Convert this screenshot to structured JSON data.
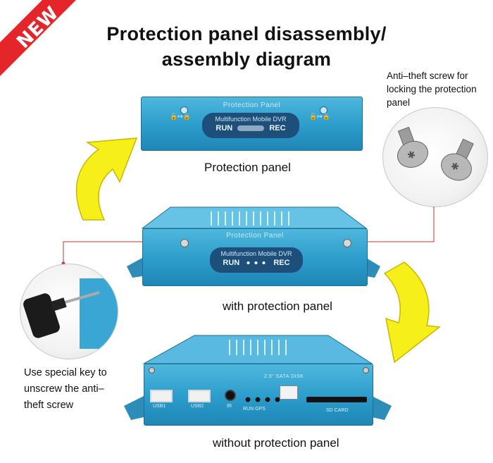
{
  "badge": {
    "text": "NEW",
    "color": "#e4262b"
  },
  "title": {
    "line1": "Protection panel disassembly/",
    "line2": "assembly   diagram"
  },
  "captions": {
    "protection_panel": "Protection panel",
    "with_panel": "with protection panel",
    "without_panel": "without protection panel"
  },
  "notes": {
    "screw": [
      "Anti–theft screw for",
      "locking the protection",
      "panel"
    ],
    "key": [
      "Use special key to",
      "unscrew the anti–",
      "theft screw"
    ]
  },
  "device_labels": {
    "panel_name": "Protection Panel",
    "product_name": "Multifunction Mobile DVR",
    "run": "RUN",
    "rec": "REC",
    "usb1": "USB1",
    "usb2": "USB2",
    "ir": "IR",
    "run_gps": "RUN   GPS",
    "sata": "2.5\" SATA DISK",
    "sd_card": "SD CARD"
  },
  "colors": {
    "arrow_fill": "#f7ef1a",
    "arrow_stroke": "#c9b800",
    "leader_line": "#c0392b",
    "device_blue": "#2b9ccb"
  }
}
